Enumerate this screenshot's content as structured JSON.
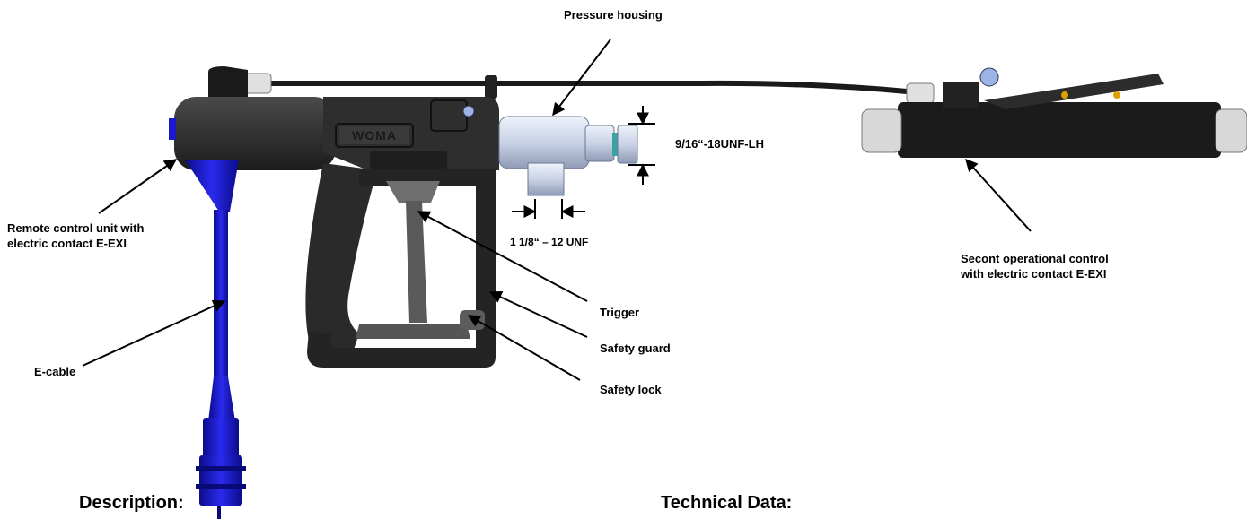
{
  "labels": {
    "pressure_housing": "Pressure housing",
    "thread_outlet": "9/16“-18UNF-LH",
    "thread_inlet": "1 1/8“ – 12 UNF",
    "remote_control": "Remote control unit with\nelectric contact  E-EXI",
    "second_control": "Secont operational control\nwith electric contact  E-EXI",
    "trigger": "Trigger",
    "safety_guard": "Safety guard",
    "safety_lock": "Safety lock",
    "e_cable": "E-cable"
  },
  "body_logo": "WOMA",
  "sections": {
    "description": "Description:",
    "technical_data": "Technical Data:"
  },
  "colors": {
    "gun_body": "#2b2b2b",
    "gun_dark": "#151515",
    "cable_blue": "#1a1acc",
    "housing_silver": "#c9d2e6",
    "callout": "#000000"
  }
}
